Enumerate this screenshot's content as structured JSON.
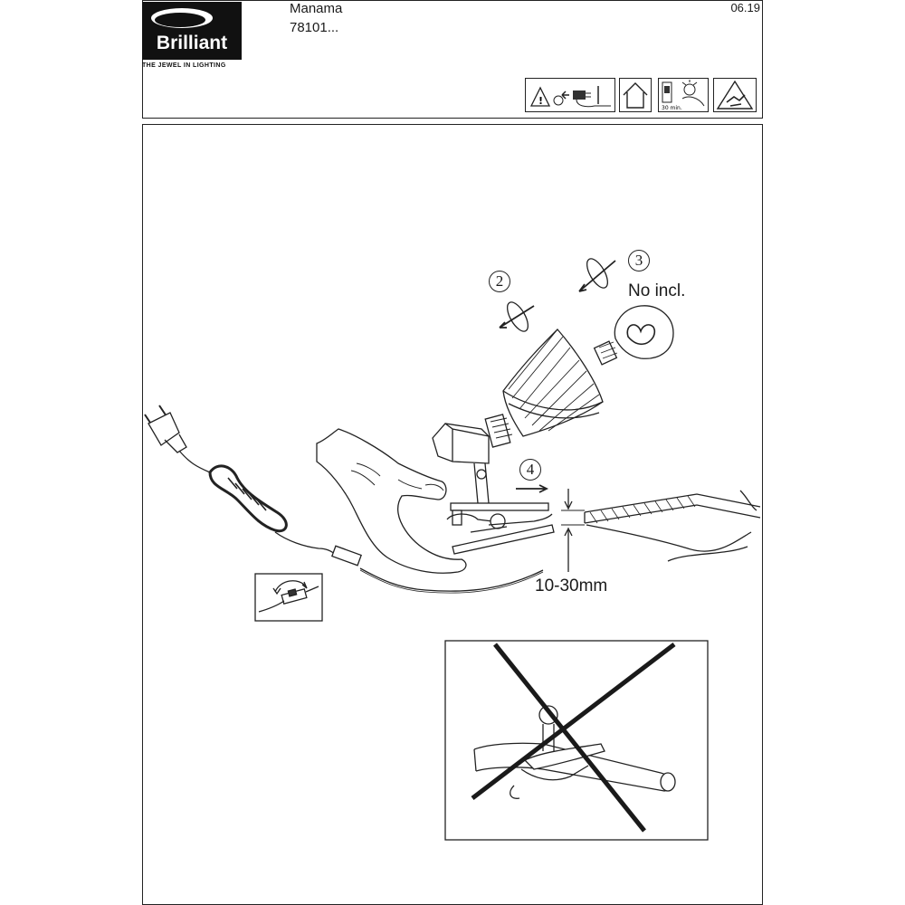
{
  "header": {
    "brand": "Brilliant",
    "tagline": "THE JEWEL IN LIGHTING",
    "product_name": "Manama",
    "product_code": "78101...",
    "date": "06.19",
    "icons": [
      "warning-unplug-icon",
      "indoor-use-icon",
      "hot-bulb-cooldown-icon",
      "no-pinch-hazard-icon"
    ],
    "cooldown_label": "30 min."
  },
  "instructions": {
    "steps": [
      "2",
      "3",
      "4"
    ],
    "bulb_note": "No incl.",
    "clamp_range": "10-30mm"
  }
}
